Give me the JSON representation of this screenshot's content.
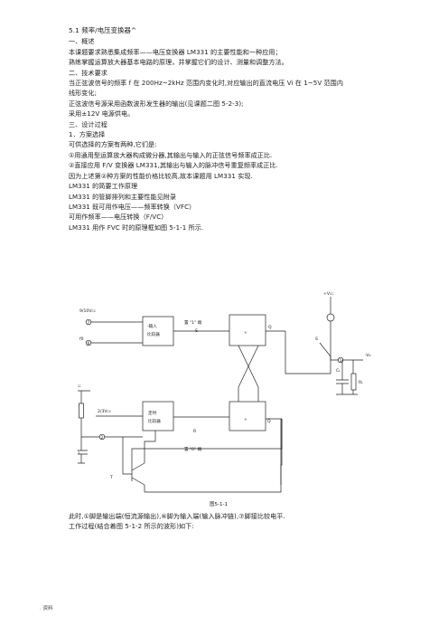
{
  "title": "5.1    频率/电压变换器^",
  "sections": [
    {
      "heading": "一、概述"
    },
    {
      "text": "本课题要求熟悉集成频率——电压变换器 LM331 的主要性能和一种应用；"
    },
    {
      "text": "熟练掌握运算放大器基本电路的原理，并掌握它们的设计、测量和调整方法。"
    },
    {
      "heading": "二、技术要求"
    },
    {
      "text": "当正弦波信号的频率 f 在 200Hz~2kHz 范围内变化时,对应输出的直流电压 Vi 在 1~5V 范围内"
    },
    {
      "text": "线形变化;"
    },
    {
      "text": "正弦波信号源采用函数波形发生器的输出(见课题二图 5-2-3);"
    },
    {
      "text": "采用±12V 电源供电。"
    },
    {
      "heading": "三、设计过程"
    },
    {
      "text": "1．方案选择"
    },
    {
      "text": "可供选择的方案有两种,它们是:"
    },
    {
      "text": "①用通用型运算放大器构成微分器,其输出与输入的正弦信号频率成正比."
    },
    {
      "text": "②直接应用 F/V 变换器 LM331,其输出与输入的脉冲信号重复频率成正比."
    },
    {
      "text": "因为上述第②种方案的性能价格比较高,故本课题用 LM331 实现."
    },
    {
      "text": "LM331 的简要工作原理"
    },
    {
      "text": "LM331 的管脚排列和主要性能见附录"
    },
    {
      "text": "LM331 既可用作电压——频率转换（VFC）"
    },
    {
      "text": "可用作频率——电压转换（F/VC）"
    },
    {
      "text": "LM331 用作 FVC 时的原理框如图 5-1-1 所示."
    }
  ],
  "figure": {
    "caption": "图5-1-1",
    "labels": {
      "vin_ref": "9/10V",
      "cc_sub": "CC",
      "cmp1": "-输入",
      "cmp1b": "比较器",
      "set1": "置 \"1\" 端",
      "s": "S",
      "r": "R",
      "q": "Q",
      "qbar": "Q̄",
      "plus1": "+",
      "plus2": "+",
      "f0": "f0",
      "vcc_left": "V",
      "rt": "R",
      "rt_sub": "t",
      "ref2": "2/3V",
      "cmp2": "定时",
      "cmp2b": "比较器",
      "set0": "置 \"0\" 端",
      "ct": "C",
      "ct_sub": "t",
      "transistor": "T",
      "vcc_top": "+V",
      "vo": "-V",
      "vo_sub": "o",
      "cl": "C",
      "cl_sub": "L",
      "rl": "R",
      "rl_sub": "L",
      "s_right": "S",
      "pin1": "1",
      "pin6": "6",
      "pin7": "7",
      "pin2": "2"
    }
  },
  "after": [
    {
      "text": "此时,①脚是输出端(恒流源输出),⑥脚为输入端(输入脉冲链),⑦脚接比较电平."
    },
    {
      "text": "工作过程(结合着图 5-1-2 所示的波形)如下:"
    }
  ],
  "footer": ". 资料"
}
